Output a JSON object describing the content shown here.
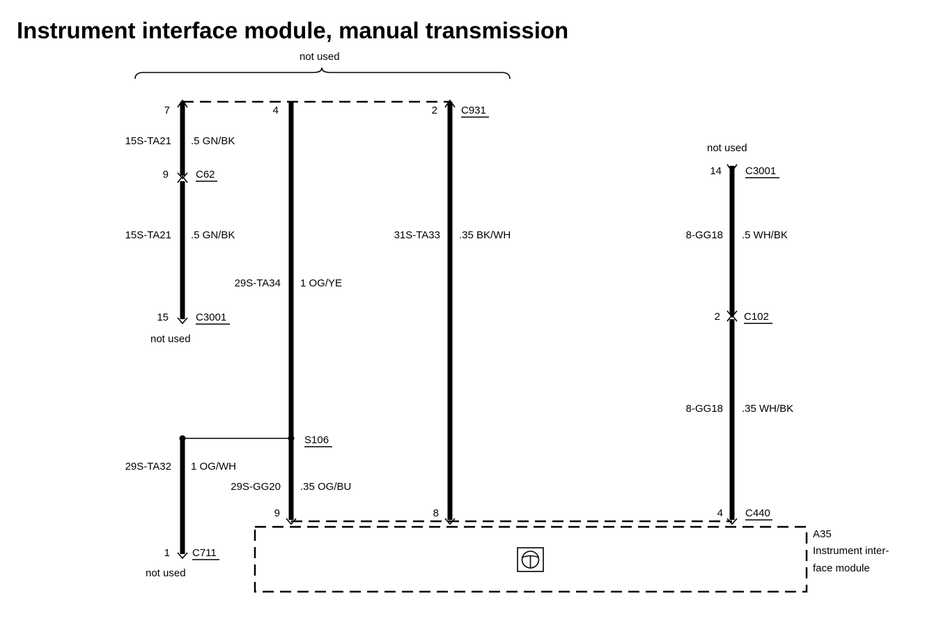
{
  "title": "Instrument interface module, manual transmission",
  "colors": {
    "line": "#000000",
    "background": "#ffffff"
  },
  "notes": {
    "top_not_used": "not used",
    "c3001_left_not_used": "not used",
    "c711_not_used": "not used",
    "c3001_right_not_used": "not used"
  },
  "connectors": {
    "c931": "C931",
    "c62": "C62",
    "c3001_left": "C3001",
    "s106": "S106",
    "c711": "C711",
    "c3001_right": "C3001",
    "c102": "C102",
    "c440": "C440"
  },
  "pins": {
    "p7": "7",
    "p4_top": "4",
    "p2_top": "2",
    "p9_c62": "9",
    "p15": "15",
    "p1": "1",
    "p9_bottom": "9",
    "p8": "8",
    "p14": "14",
    "p2_c102": "2",
    "p4_c440": "4"
  },
  "wires": [
    {
      "code": "15S-TA21",
      "spec": ".5 GN/BK"
    },
    {
      "code": "15S-TA21",
      "spec": ".5 GN/BK"
    },
    {
      "code": "29S-TA34",
      "spec": "1 OG/YE"
    },
    {
      "code": "31S-TA33",
      "spec": ".35 BK/WH"
    },
    {
      "code": "29S-TA32",
      "spec": "1 OG/WH"
    },
    {
      "code": "29S-GG20",
      "spec": ".35 OG/BU"
    },
    {
      "code": "8-GG18",
      "spec": ".5 WH/BK"
    },
    {
      "code": "8-GG18",
      "spec": ".35 WH/BK"
    }
  ],
  "module": {
    "ref": "A35",
    "name_line1": "Instrument inter-",
    "name_line2": "face module",
    "icon": "steering-wheel-icon"
  }
}
